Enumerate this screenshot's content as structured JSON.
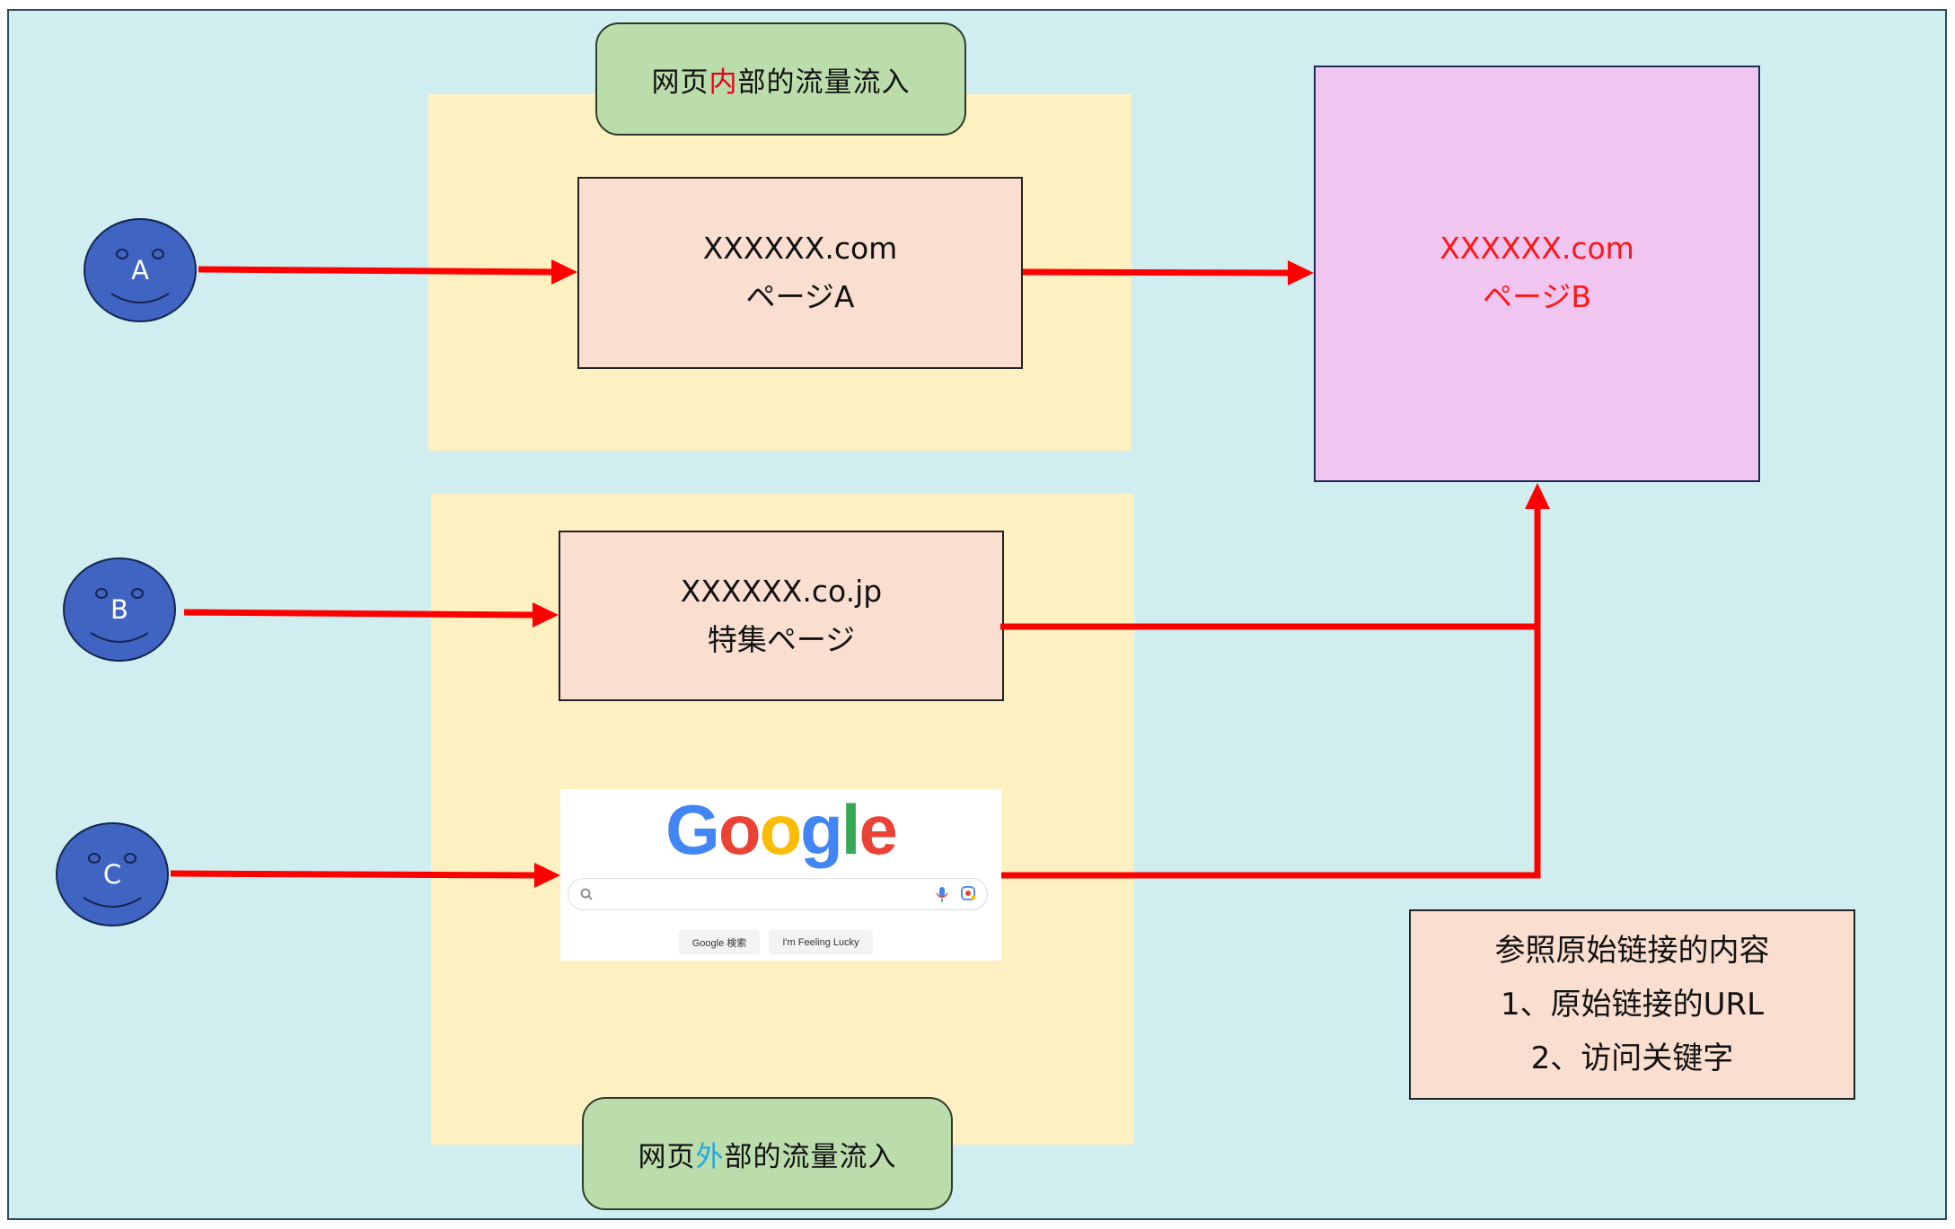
{
  "labels": {
    "internal": {
      "prefix": "网页",
      "highlight": "内",
      "suffix": "部的流量流入"
    },
    "external": {
      "prefix": "网页",
      "highlight": "外",
      "suffix": "部的流量流入"
    }
  },
  "users": [
    {
      "id": "A",
      "label": "A"
    },
    {
      "id": "B",
      "label": "B"
    },
    {
      "id": "C",
      "label": "C"
    }
  ],
  "pages": {
    "page_a": {
      "line1": "XXXXXX.com",
      "line2": "ページA"
    },
    "special_page": {
      "line1": "XXXXXX.co.jp",
      "line2": "特集ページ"
    },
    "page_b": {
      "line1": "XXXXXX.com",
      "line2": "ページB"
    }
  },
  "google": {
    "logo_letters": [
      "G",
      "o",
      "o",
      "g",
      "l",
      "e"
    ],
    "logo_colors": [
      "#4285F4",
      "#EA4335",
      "#FBBC05",
      "#4285F4",
      "#34A853",
      "#EA4335"
    ],
    "search_button": "Google 検索",
    "lucky_button": "I'm Feeling Lucky"
  },
  "note": {
    "title": "参照原始链接的内容",
    "item1": "1、原始链接的URL",
    "item2": "2、访问关键字"
  },
  "colors": {
    "arrow": "#FF0000",
    "face_fill": "#3F64C2",
    "background": "#D0EEF0",
    "zone": "#FFF0C2",
    "pill": "#BBDCAB",
    "page_box": "#FADFD0",
    "target_box": "#F0C5EF",
    "target_text": "#FF1616"
  }
}
